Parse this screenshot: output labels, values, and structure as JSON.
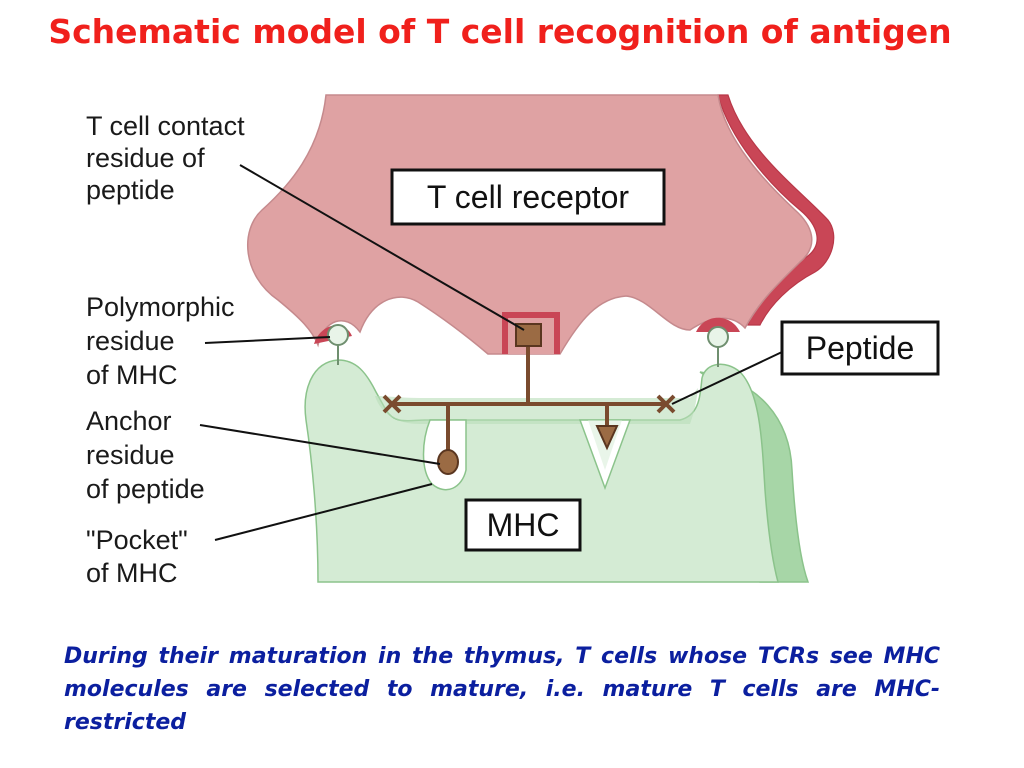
{
  "title": "Schematic model of T cell recognition of antigen",
  "labels": {
    "tcell_contact": [
      "T cell contact",
      "residue of",
      "peptide"
    ],
    "polymorphic": [
      "Polymorphic",
      "residue",
      "of MHC"
    ],
    "anchor": [
      "Anchor",
      "residue",
      "of peptide"
    ],
    "pocket": [
      "\"Pocket\"",
      "of MHC"
    ]
  },
  "boxes": {
    "tcr": "T cell receptor",
    "peptide": "Peptide",
    "mhc": "MHC"
  },
  "caption": "During their maturation in the thymus, T cells whose TCRs see MHC molecules are selected to mature, i.e. mature T cells are MHC-restricted",
  "colors": {
    "title": "#f0201c",
    "caption": "#0b1f9f",
    "tcr_fill": "#dfa2a3",
    "tcr_edge": "#c94656",
    "mhc_fill": "#d4ebd4",
    "mhc_edge": "#9dcf9d",
    "peptide": "#7a4b2e"
  }
}
